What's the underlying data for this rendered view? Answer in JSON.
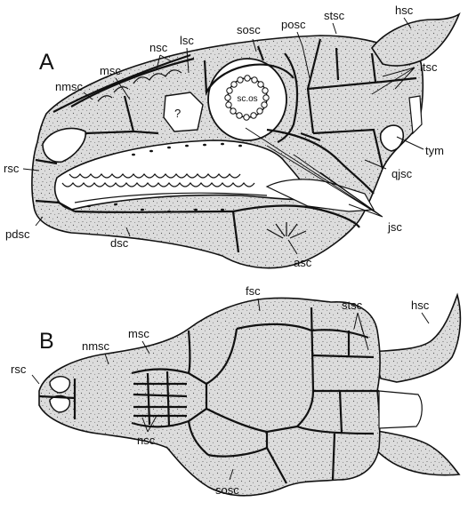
{
  "panels": {
    "a": "A",
    "b": "B"
  },
  "labels_a": {
    "hsc": "hsc",
    "stsc": "stsc",
    "posc": "posc",
    "sosc": "sosc",
    "lsc": "lsc",
    "nsc": "nsc",
    "msc": "msc",
    "nmsc": "nmsc",
    "itsc": "itsc",
    "tym": "tym",
    "qjsc": "qjsc",
    "rsc": "rsc",
    "pdsc": "pdsc",
    "dsc": "dsc",
    "asc": "asc",
    "jsc": "jsc",
    "question": "?",
    "scos": "sc.os"
  },
  "labels_b": {
    "fsc": "fsc",
    "stsc": "stsc",
    "hsc": "hsc",
    "msc": "msc",
    "nmsc": "nmsc",
    "rsc": "rsc",
    "nsc": "nsc",
    "sosc": "sosc"
  },
  "colors": {
    "ink": "#111111",
    "scale_fill": "#dcdcdc",
    "paper": "#ffffff"
  }
}
